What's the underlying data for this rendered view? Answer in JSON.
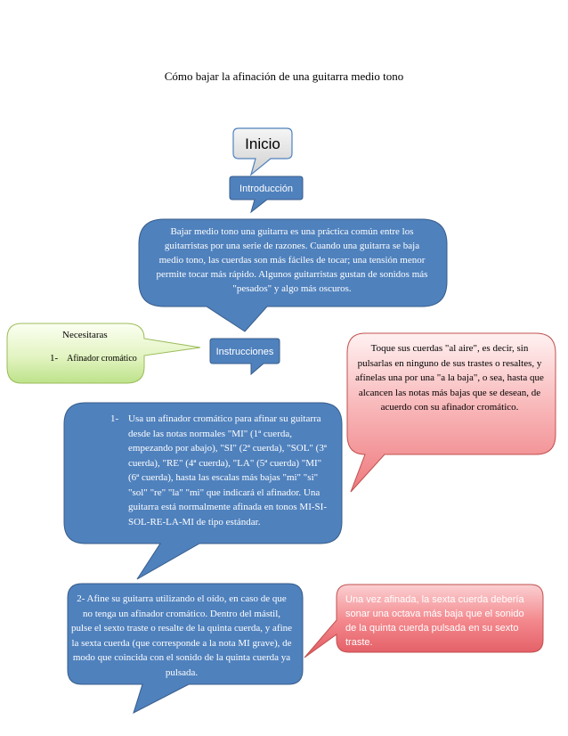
{
  "title": "Cómo bajar la afinación de una guitarra medio tono",
  "nodes": {
    "inicio": "Inicio",
    "introduccion": "Introducción",
    "bajar": "Bajar medio tono una guitarra es una práctica común entre los guitarristas por una serie de razones. Cuando una guitarra se baja medio tono, las cuerdas son más fáciles de tocar; una tensión menor permite tocar más rápido. Algunos guitarristas gustan de sonidos más \"pesados\" y algo más oscuros.",
    "instrucciones": "Instrucciones",
    "necesitaras": {
      "title": "Necesitaras",
      "item_number": "1-",
      "item_label": "Afinador cromático"
    },
    "toque": "Toque sus cuerdas \"al aire\", es decir, sin pulsarlas en ninguno de sus trastes o resaltes, y afínelas una por una \"a la baja\", o sea, hasta que alcancen las notas más bajas que se desean, de acuerdo con su afinador cromático.",
    "paso1": {
      "number": "1-",
      "text": "Usa un afinador cromático para afinar su guitarra desde las notas normales \"MI\" (1ª cuerda, empezando por abajo), \"SI\" (2ª cuerda), \"SOL\" (3ª cuerda), \"RE\" (4ª cuerda), \"LA\" (5ª cuerda) \"MI\" (6ª cuerda), hasta las escalas más bajas \"mi\" \"si\" \"sol\" \"re\" \"la\" \"mi\" que indicará el afinador. Una guitarra está normalmente afinada en tonos MI-SI-SOL-RE-LA-MI de tipo estándar."
    },
    "paso2": "2- Afine su guitarra utilizando el oído, en caso de que no tenga un afinador cromático. Dentro del mástil, pulse el sexto traste o resalte de la quinta cuerda, y afine la sexta cuerda (que corresponde a la nota MI grave), de modo que coincida con el sonido de la quinta cuerda ya pulsada.",
    "vez": "Una vez afinada, la sexta cuerda debería sonar una octava más baja que el sonido de la quinta cuerda pulsada en su sexto traste."
  },
  "colors": {
    "blue_fill": "#4f81bd",
    "blue_stroke": "#385d8a",
    "green_fill": "#e6f5c8",
    "red_fill": "#f7a8aa",
    "grey_fill": "#e4e4e4"
  }
}
